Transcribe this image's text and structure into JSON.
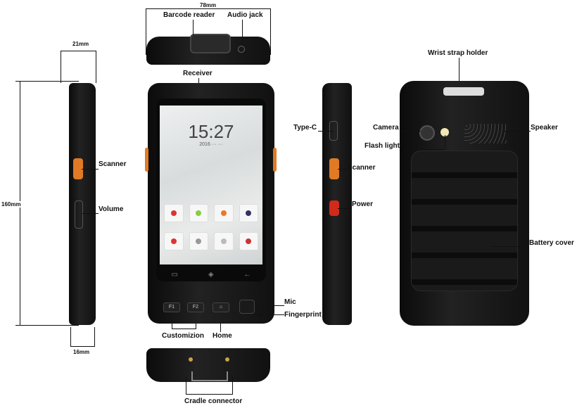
{
  "dimensions": {
    "width": "78mm",
    "depth": "21mm",
    "height": "160mm",
    "bottom_depth": "16mm"
  },
  "labels": {
    "barcode_reader": "Barcode reader",
    "audio_jack": "Audio jack",
    "receiver": "Receiver",
    "scanner_left": "Scanner",
    "volume": "Volume",
    "mic": "Mic",
    "fingerprint": "Fingerprint",
    "customizion": "Customizion",
    "home": "Home",
    "cradle_connector": "Cradle connector",
    "type_c": "Type-C",
    "scanner_right": "Scanner",
    "power": "Power",
    "wrist_strap_holder": "Wrist strap holder",
    "camera": "Camera",
    "flash_light": "Flash light",
    "speaker": "Speaker",
    "battery_cover": "Battery cover"
  },
  "screen": {
    "time": "15:27",
    "date": "2016 ··· ···",
    "keys": [
      "F1",
      "F2",
      "⌂"
    ],
    "nav": [
      "▭",
      "◈",
      "←"
    ]
  },
  "colors": {
    "body": "#111111",
    "accent_scanner": "#e07a24",
    "power": "#d22a1a"
  }
}
